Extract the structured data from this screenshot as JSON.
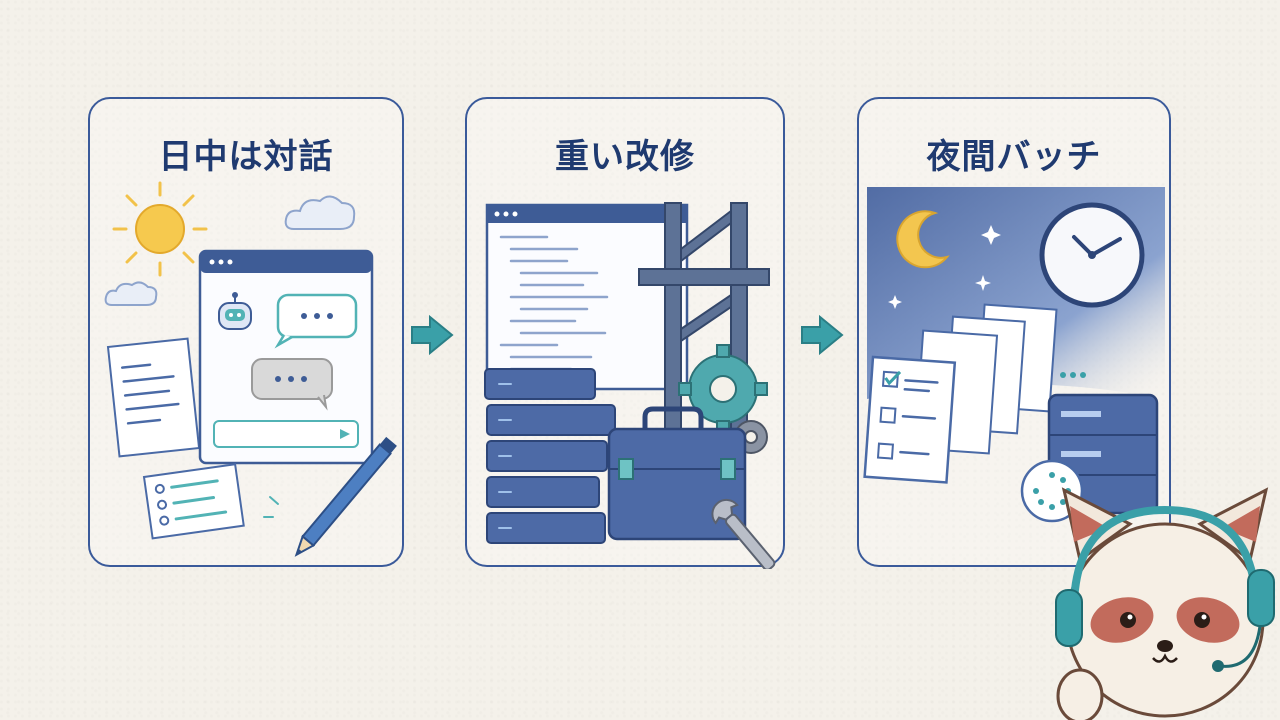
{
  "panels": [
    {
      "title": "日中は対話"
    },
    {
      "title": "重い改修"
    },
    {
      "title": "夜間バッチ"
    }
  ],
  "colors": {
    "border": "#3a5a9a",
    "title": "#1f3a70",
    "arrow": "#3aa0a8",
    "navy": "#3e5c96",
    "teal": "#52b3b5",
    "sun": "#f2c24a",
    "night": "#3f5d9c"
  },
  "icons": [
    "sun-icon",
    "cloud-icon",
    "chat-window-icon",
    "robot-icon",
    "speech-bubble-icon",
    "pencil-icon",
    "document-icon",
    "code-editor-icon",
    "server-stack-icon",
    "scaffold-icon",
    "gear-icon",
    "toolbox-icon",
    "wrench-icon",
    "moon-icon",
    "star-icon",
    "clock-icon",
    "checklist-icon",
    "server-icon",
    "loading-icon",
    "mascot-icon",
    "arrow-right-icon"
  ]
}
